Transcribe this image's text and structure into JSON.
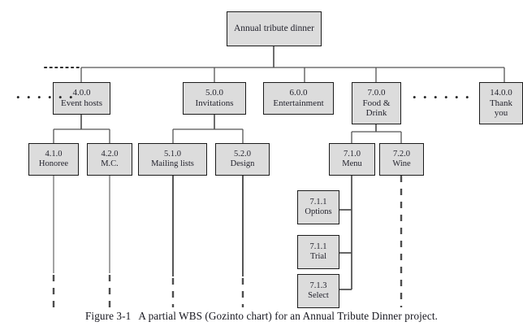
{
  "figure": {
    "number": "Figure 3-1",
    "caption": "A partial WBS (Gozinto chart) for an Annual Tribute Dinner project."
  },
  "chart_data": {
    "type": "diagram",
    "diagram_kind": "work-breakdown-structure",
    "title": "A partial WBS (Gozinto chart) for an Annual Tribute Dinner project.",
    "orientation": "top-down tree",
    "node_fill": "#dcdcdc",
    "node_stroke": "#1c1c1c",
    "connector_color": "#555555",
    "levels": 4,
    "continuation_marker": "dotted ellipsis indicates omitted sibling branches",
    "nodes": [
      {
        "id": "root",
        "code": "",
        "name": "Annual tribute dinner",
        "level": 0,
        "parent": null
      },
      {
        "id": "n4",
        "code": "4.0.0",
        "name": "Event hosts",
        "level": 1,
        "parent": "root"
      },
      {
        "id": "n5",
        "code": "5.0.0",
        "name": "Invitations",
        "level": 1,
        "parent": "root"
      },
      {
        "id": "n6",
        "code": "6.0.0",
        "name": "Entertainment",
        "level": 1,
        "parent": "root"
      },
      {
        "id": "n7",
        "code": "7.0.0",
        "name": "Food & Drink",
        "level": 1,
        "parent": "root"
      },
      {
        "id": "n14",
        "code": "14.0.0",
        "name": "Thank you",
        "level": 1,
        "parent": "root"
      },
      {
        "id": "n41",
        "code": "4.1.0",
        "name": "Honoree",
        "level": 2,
        "parent": "n4"
      },
      {
        "id": "n42",
        "code": "4.2.0",
        "name": "M.C.",
        "level": 2,
        "parent": "n4"
      },
      {
        "id": "n51",
        "code": "5.1.0",
        "name": "Mailing lists",
        "level": 2,
        "parent": "n5"
      },
      {
        "id": "n52",
        "code": "5.2.0",
        "name": "Design",
        "level": 2,
        "parent": "n5"
      },
      {
        "id": "n71",
        "code": "7.1.0",
        "name": "Menu",
        "level": 2,
        "parent": "n7"
      },
      {
        "id": "n72",
        "code": "7.2.0",
        "name": "Wine",
        "level": 2,
        "parent": "n7"
      },
      {
        "id": "n711a",
        "code": "7.1.1",
        "name": "Options",
        "level": 3,
        "parent": "n71"
      },
      {
        "id": "n711b",
        "code": "7.1.1",
        "name": "Trial",
        "level": 3,
        "parent": "n71"
      },
      {
        "id": "n713",
        "code": "7.1.3",
        "name": "Select",
        "level": 3,
        "parent": "n71"
      }
    ]
  },
  "nodes": {
    "root": {
      "l1": "Annual tribute dinner"
    },
    "n4": {
      "l1": "4.0.0",
      "l2": "Event hosts"
    },
    "n5": {
      "l1": "5.0.0",
      "l2": "Invitations"
    },
    "n6": {
      "l1": "6.0.0",
      "l2": "Entertainment"
    },
    "n7": {
      "l1": "7.0.0",
      "l2": "Food &",
      "l3": "Drink"
    },
    "n14": {
      "l1": "14.0.0",
      "l2": "Thank",
      "l3": "you"
    },
    "n41": {
      "l1": "4.1.0",
      "l2": "Honoree"
    },
    "n42": {
      "l1": "4.2.0",
      "l2": "M.C."
    },
    "n51": {
      "l1": "5.1.0",
      "l2": "Mailing lists"
    },
    "n52": {
      "l1": "5.2.0",
      "l2": "Design"
    },
    "n71": {
      "l1": "7.1.0",
      "l2": "Menu"
    },
    "n72": {
      "l1": "7.2.0",
      "l2": "Wine"
    },
    "n711a": {
      "l1": "7.1.1",
      "l2": "Options"
    },
    "n711b": {
      "l1": "7.1.1",
      "l2": "Trial"
    },
    "n713": {
      "l1": "7.1.3",
      "l2": "Select"
    }
  },
  "ellipsis": {
    "left_of_event_hosts": "• • • • • •",
    "between_food_and_thankyou": "• • • • • •",
    "bus_left_continuation": "• • • • • • • •"
  }
}
